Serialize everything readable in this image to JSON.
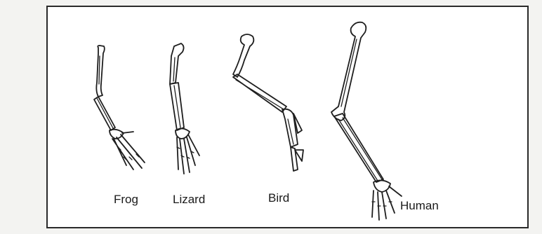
{
  "figure": {
    "labels": {
      "frog": "Frog",
      "lizard": "Lizard",
      "bird": "Bird",
      "human": "Human"
    }
  }
}
